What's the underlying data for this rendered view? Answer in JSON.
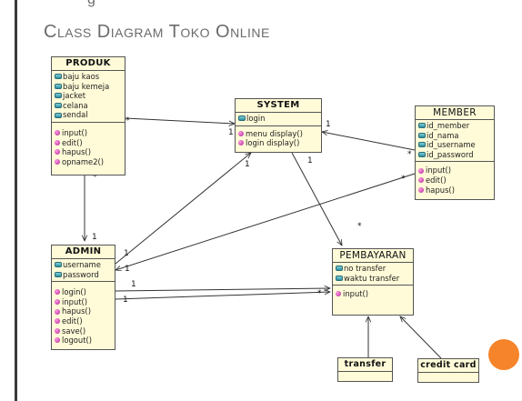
{
  "slide": {
    "title": "Class Diagram Toko Online",
    "title_fragment": "g"
  },
  "classes": {
    "produk": {
      "name": "PRODUK",
      "attributes": [
        "baju kaos",
        "baju kemeja",
        "jacket",
        "celana",
        "sendal"
      ],
      "operations": [
        "input()",
        "edit()",
        "hapus()",
        "opname2()"
      ]
    },
    "system": {
      "name": "SYSTEM",
      "attributes": [
        "login"
      ],
      "operations": [
        "menu display()",
        "login display()"
      ]
    },
    "member": {
      "name": "MEMBER",
      "attributes": [
        "id_member",
        "id_nama",
        "id_username",
        "id_password"
      ],
      "operations": [
        "input()",
        "edit()",
        "hapus()"
      ]
    },
    "admin": {
      "name": "ADMIN",
      "attributes": [
        "username",
        "password"
      ],
      "operations": [
        "login()",
        "input()",
        "hapus()",
        "edit()",
        "save()",
        "logout()"
      ]
    },
    "pembayaran": {
      "name": "PEMBAYARAN",
      "attributes": [
        "no transfer",
        "waktu transfer"
      ],
      "operations": [
        "input()"
      ]
    },
    "transfer": {
      "name": "transfer"
    },
    "credit_card": {
      "name": "credit card"
    }
  },
  "multiplicities": {
    "produk_system_src": "*",
    "produk_system_dst": "1",
    "produk_admin_src": "*",
    "produk_admin_dst": "1",
    "member_system_src": "*",
    "member_system_dst": "1",
    "member_admin_src": "*",
    "member_admin_dst": "1",
    "admin_system_src": "1",
    "admin_system_dst": "1",
    "admin_pembayaran_src": "1",
    "admin_pembayaran_dst": "*",
    "admin_pembayaran2_src": "1",
    "admin_pembayaran2_dst": "1",
    "system_pembayaran_src": "1",
    "system_pembayaran_dst": "*"
  },
  "colors": {
    "class_fill": "#fffbd8",
    "accent_dot": "#f5842a"
  }
}
